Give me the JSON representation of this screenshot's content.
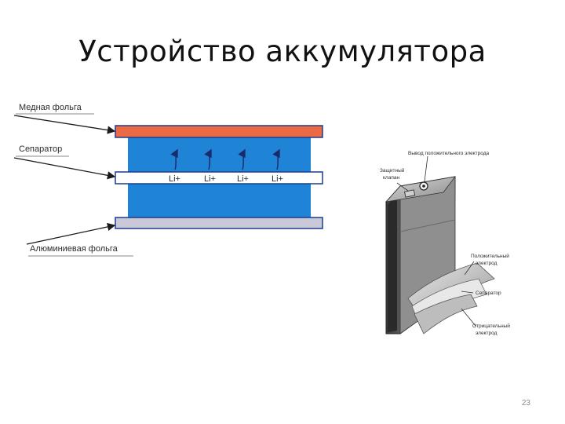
{
  "slide": {
    "title": "Устройство аккумулятора",
    "page_number": "23"
  },
  "cell_diagram": {
    "labels": {
      "copper_foil": "Медная фольга",
      "separator": "Сепаратор",
      "aluminum_foil": "Алюминиевая фольга"
    },
    "ions": [
      "Li+",
      "Li+",
      "Li+",
      "Li+"
    ],
    "colors": {
      "copper": "#ea6a45",
      "electrolyte": "#1f84d6",
      "aluminum": "#c9c9d9",
      "arrow": "#1a2b6d"
    }
  },
  "battery_illustration": {
    "labels": {
      "positive_terminal": "Вывод положительного электрода",
      "safety_valve_line1": "Защитный",
      "safety_valve_line2": "клапан",
      "positive_electrode_line1": "Положительный",
      "positive_electrode_line2": "электрод",
      "separator": "Сепаратор",
      "negative_electrode_line1": "Отрицательный",
      "negative_electrode_line2": "электрод"
    }
  }
}
